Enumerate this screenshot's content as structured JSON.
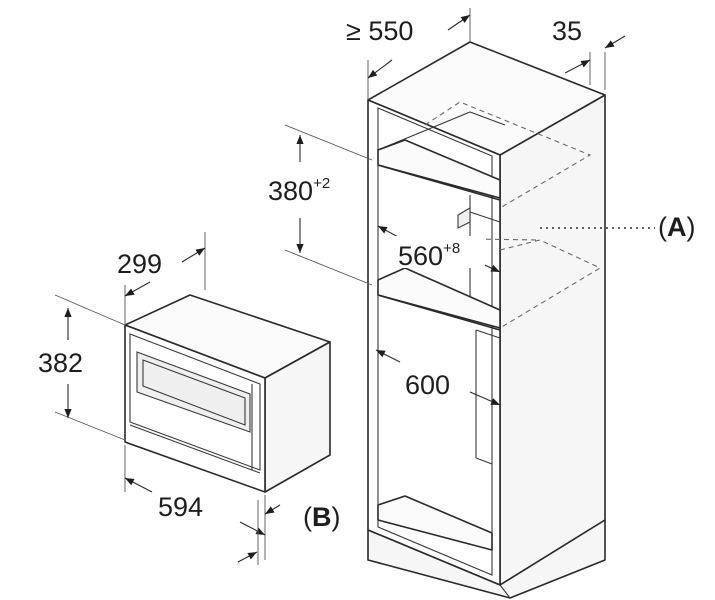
{
  "dimensions": {
    "niche_depth": "≥ 550",
    "panel_thickness": "35",
    "niche_height": {
      "value": "380",
      "tolerance": "+2"
    },
    "niche_width": {
      "value": "560",
      "tolerance": "+8"
    },
    "cabinet_width": "600",
    "appliance_depth": "299",
    "appliance_height": "382",
    "appliance_width": "594"
  },
  "labels": {
    "a": {
      "open": "(",
      "letter": "A",
      "close": ")"
    },
    "b": {
      "open": "(",
      "letter": "B",
      "close": ")"
    }
  }
}
